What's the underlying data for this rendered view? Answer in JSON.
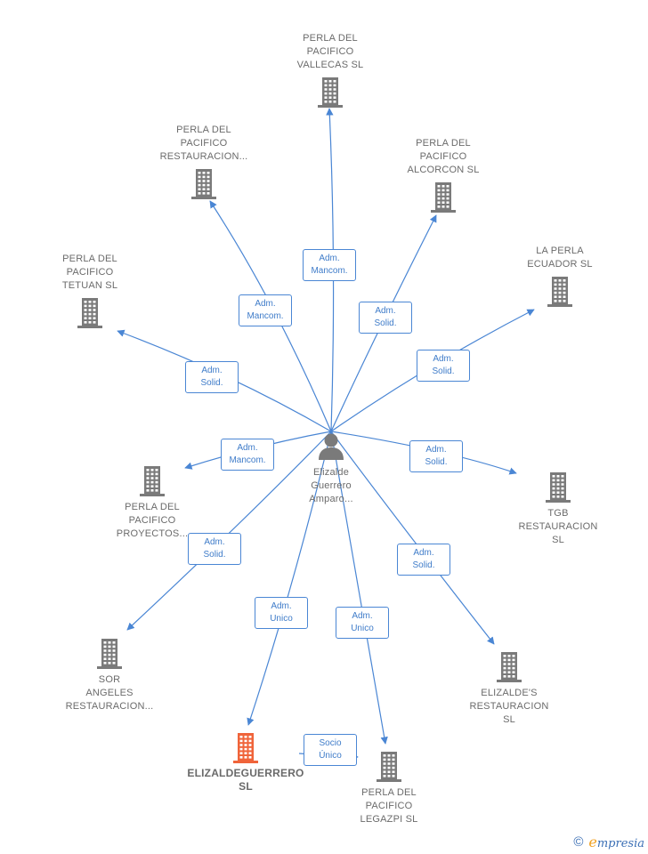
{
  "center": {
    "name": "Elizalde\nGuerrero\nAmparo..."
  },
  "companies": [
    {
      "id": "vallecas",
      "name": "PERLA DEL\nPACIFICO\nVALLECAS  SL",
      "role": "Adm.\nMancom.",
      "highlight": false
    },
    {
      "id": "restauracion",
      "name": "PERLA DEL\nPACIFICO\nRESTAURACION...",
      "role": "Adm.\nMancom.",
      "highlight": false
    },
    {
      "id": "alcorcon",
      "name": "PERLA DEL\nPACIFICO\nALCORCON  SL",
      "role": "Adm.\nSolid.",
      "highlight": false
    },
    {
      "id": "ecuador",
      "name": "LA PERLA\nECUADOR  SL",
      "role": "Adm.\nSolid.",
      "highlight": false
    },
    {
      "id": "tetuan",
      "name": "PERLA DEL\nPACIFICO\nTETUAN  SL",
      "role": "Adm.\nSolid.",
      "highlight": false
    },
    {
      "id": "proyectos",
      "name": "PERLA DEL\nPACIFICO\nPROYECTOS...",
      "role": "Adm.\nMancom.",
      "highlight": false
    },
    {
      "id": "tgb",
      "name": "TGB\nRESTAURACION\nSL",
      "role": "Adm.\nSolid.",
      "highlight": false
    },
    {
      "id": "sor",
      "name": "SOR\nANGELES\nRESTAURACION...",
      "role": "Adm.\nSolid.",
      "highlight": false
    },
    {
      "id": "elizaldes",
      "name": "ELIZALDE'S\nRESTAURACION\nSL",
      "role": "Adm.\nSolid.",
      "highlight": false
    },
    {
      "id": "elizaldeguerrero",
      "name": "ELIZALDEGUERRERO\nSL",
      "role": "Adm.\nUnico",
      "highlight": true
    },
    {
      "id": "legazpi",
      "name": "PERLA DEL\nPACIFICO\nLEGAZPI  SL",
      "role": "Adm.\nUnico",
      "highlight": false
    }
  ],
  "secondary_link": {
    "from": "elizaldeguerrero",
    "to": "legazpi",
    "role": "Socio\nÚnico"
  },
  "colors": {
    "edge": "#4a86d4",
    "building": "#7a7a7a",
    "highlight": "#f0643a",
    "person": "#7a7a7a"
  },
  "footer": {
    "copyright": "©",
    "brand_initial": "e",
    "brand_rest": "mpresia"
  }
}
